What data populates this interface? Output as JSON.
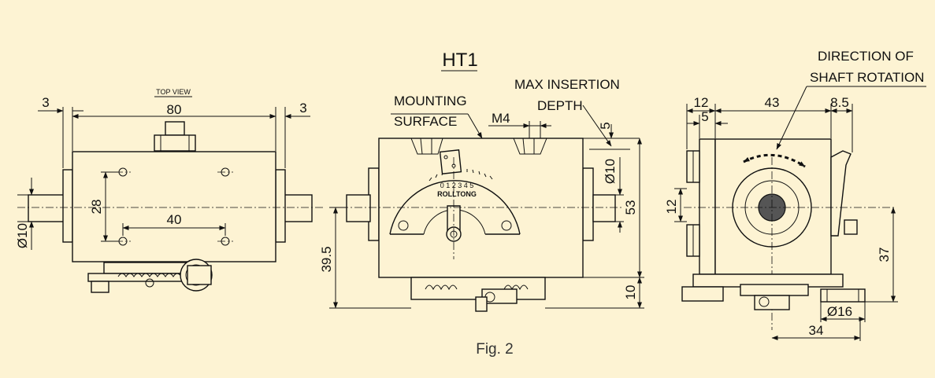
{
  "figure": {
    "title": "HT1",
    "caption": "Fig. 2"
  },
  "left_view": {
    "label": "TOP VIEW",
    "dims": {
      "left_offset": "3",
      "width": "80",
      "right_offset": "3",
      "hole_spacing_v": "28",
      "hole_spacing_h": "40",
      "shaft_dia": "Ø10"
    }
  },
  "center_view": {
    "labels": {
      "mounting_1": "MOUNTING",
      "mounting_2": "SURFACE",
      "max_insertion_1": "MAX INSERTION",
      "max_insertion_2": "DEPTH",
      "thread": "M4",
      "brand": "ROLLTONG",
      "scale": "0 1 2 3 4 5"
    },
    "dims": {
      "insertion_depth": "5",
      "shaft_dia": "Ø10",
      "height": "53",
      "lower_height": "39.5",
      "base_height": "10"
    }
  },
  "right_view": {
    "labels": {
      "direction_1": "DIRECTION OF",
      "direction_2": "SHAFT ROTATION"
    },
    "dims": {
      "flange": "12",
      "flange_inner": "5",
      "body_width": "43",
      "right_offset": "8.5",
      "center_height": "12",
      "wheel_height": "37",
      "wheel_dia": "Ø16",
      "wheel_offset": "34"
    }
  }
}
